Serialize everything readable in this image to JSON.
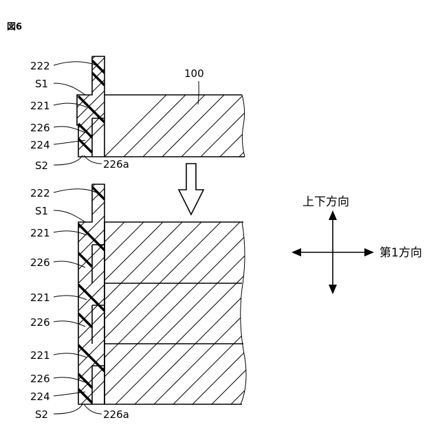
{
  "figure": {
    "title": "図6"
  },
  "labels": {
    "block": "100",
    "c222": "222",
    "s1": "S1",
    "c221": "221",
    "c226": "226",
    "c224": "224",
    "s2": "S2",
    "c226a": "226a"
  },
  "directions": {
    "vertical": "上下方向",
    "first": "第1方向"
  },
  "colors": {
    "line": "#000000",
    "background": "#ffffff"
  }
}
